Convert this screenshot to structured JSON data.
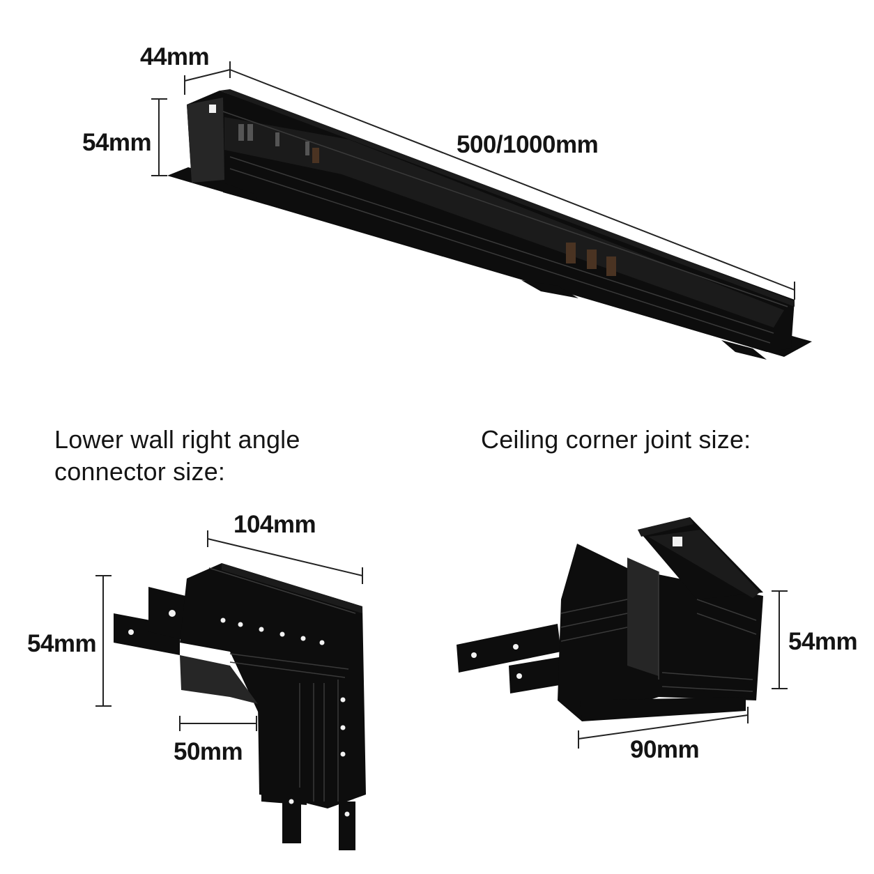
{
  "track": {
    "width_label": "44mm",
    "height_label": "54mm",
    "length_label": "500/1000mm"
  },
  "wall_connector": {
    "heading_line1": "Lower wall right angle",
    "heading_line2": "connector size:",
    "width_label": "104mm",
    "height_label": "54mm",
    "depth_label": "50mm"
  },
  "ceiling_joint": {
    "heading": "Ceiling corner joint size:",
    "height_label": "54mm",
    "width_label": "90mm"
  },
  "colors": {
    "background": "#ffffff",
    "product": "#0d0d0d",
    "text": "#141414"
  }
}
